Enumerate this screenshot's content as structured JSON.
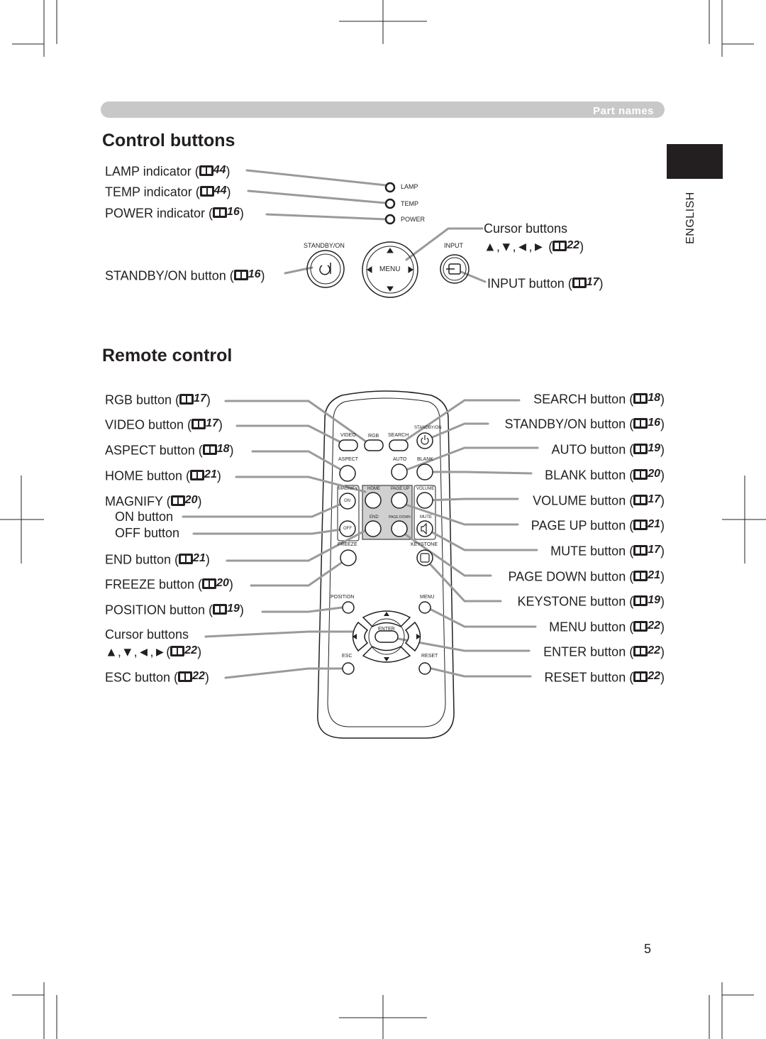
{
  "header": {
    "section_label": "Part names"
  },
  "side_tab": {
    "language": "ENGLISH"
  },
  "page_number": "5",
  "control_buttons": {
    "title": "Control buttons",
    "labels": {
      "lamp": {
        "text": "LAMP indicator (",
        "page": "44"
      },
      "temp": {
        "text": "TEMP indicator (",
        "page": "44"
      },
      "power": {
        "text": "POWER indicator (",
        "page": "16"
      },
      "standby": {
        "text": "STANDBY/ON button (",
        "page": "16"
      },
      "cursor": {
        "text": "Cursor buttons",
        "arrows": "▲,▼,◄,► (",
        "page": "22"
      },
      "input": {
        "text": "INPUT button (",
        "page": "17"
      }
    },
    "panel": {
      "lamp": "LAMP",
      "temp": "TEMP",
      "power": "POWER",
      "standby": "STANDBY/ON",
      "input": "INPUT",
      "menu": "MENU"
    }
  },
  "remote_control": {
    "title": "Remote control",
    "left_labels": {
      "rgb": {
        "text": "RGB button (",
        "page": "17"
      },
      "video": {
        "text": "VIDEO button (",
        "page": "17"
      },
      "aspect": {
        "text": "ASPECT button (",
        "page": "18"
      },
      "home": {
        "text": "HOME button (",
        "page": "21"
      },
      "magnify": {
        "text": "MAGNIFY (",
        "page": "20"
      },
      "on": {
        "text": "ON button"
      },
      "off": {
        "text": "OFF button"
      },
      "end": {
        "text": "END button (",
        "page": "21"
      },
      "freeze": {
        "text": "FREEZE button (",
        "page": "20"
      },
      "position": {
        "text": "POSITION button (",
        "page": "19"
      },
      "cursor": {
        "text": "Cursor buttons",
        "arrows": "▲,▼,◄,►(",
        "page": "22"
      },
      "esc": {
        "text": "ESC button (",
        "page": "22"
      }
    },
    "right_labels": {
      "search": {
        "text": "SEARCH button (",
        "page": "18"
      },
      "standby": {
        "text": "STANDBY/ON button (",
        "page": "16"
      },
      "auto": {
        "text": "AUTO button (",
        "page": "19"
      },
      "blank": {
        "text": "BLANK button (",
        "page": "20"
      },
      "volume": {
        "text": "VOLUME button (",
        "page": "17"
      },
      "pageup": {
        "text": "PAGE UP button (",
        "page": "21"
      },
      "mute": {
        "text": "MUTE button (",
        "page": "17"
      },
      "pagedown": {
        "text": "PAGE DOWN button (",
        "page": "21"
      },
      "keystone": {
        "text": "KEYSTONE button (",
        "page": "19"
      },
      "menu": {
        "text": "MENU button (",
        "page": "22"
      },
      "enter": {
        "text": "ENTER button (",
        "page": "22"
      },
      "reset": {
        "text": "RESET button (",
        "page": "22"
      }
    },
    "remote_face": {
      "video": "VIDEO",
      "rgb": "RGB",
      "search": "SEARCH",
      "standby": "STANDBY/ON",
      "aspect": "ASPECT",
      "auto": "AUTO",
      "blank": "BLANK",
      "magnify": "MAGNIFY",
      "home": "HOME",
      "pageup": "PAGE UP",
      "volume": "VOLUME",
      "on": "ON",
      "end": "END",
      "pagedown": "PAGE DOWN",
      "mute": "MUTE",
      "off": "OFF",
      "freeze": "FREEZE",
      "keystone": "KEYSTONE",
      "position": "POSITION",
      "menu": "MENU",
      "enter": "ENTER",
      "esc": "ESC",
      "reset": "RESET"
    }
  },
  "colors": {
    "leader_line": "#9a9a9a",
    "header_bar": "#c8c8c8",
    "ink": "#231f20"
  },
  "icons": {
    "book": "book-icon",
    "power": "power-icon",
    "input": "input-icon",
    "keystone": "keystone-icon",
    "mute": "mute-icon"
  }
}
